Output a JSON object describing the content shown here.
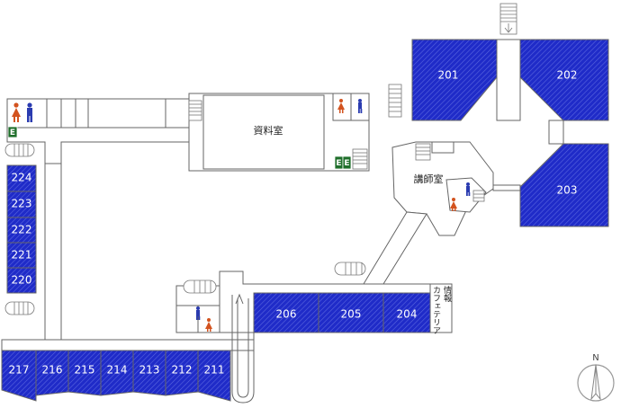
{
  "rooms": {
    "r201": "201",
    "r202": "202",
    "r203": "203",
    "r204": "204",
    "r205": "205",
    "r206": "206",
    "r211": "211",
    "r212": "212",
    "r213": "213",
    "r214": "214",
    "r215": "215",
    "r216": "216",
    "r217": "217",
    "r220": "220",
    "r221": "221",
    "r222": "222",
    "r223": "223",
    "r224": "224"
  },
  "labels": {
    "library": "資料室",
    "lecturers_room": "講師室",
    "info_cafeteria_line1": "情報",
    "info_cafeteria_line2": "カフェテリア"
  },
  "exit_label": "E",
  "compass_label": "N",
  "colors": {
    "room_blue": "#1f2bc8",
    "hatch_line": "#5a66e0",
    "male_icon": "#2a3bb0",
    "female_icon": "#d3531f",
    "exit_green": "#1e6e2a"
  },
  "icons": [
    "male-restroom-icon",
    "female-restroom-icon",
    "stairs-icon",
    "exit-sign-icon",
    "compass-icon"
  ]
}
